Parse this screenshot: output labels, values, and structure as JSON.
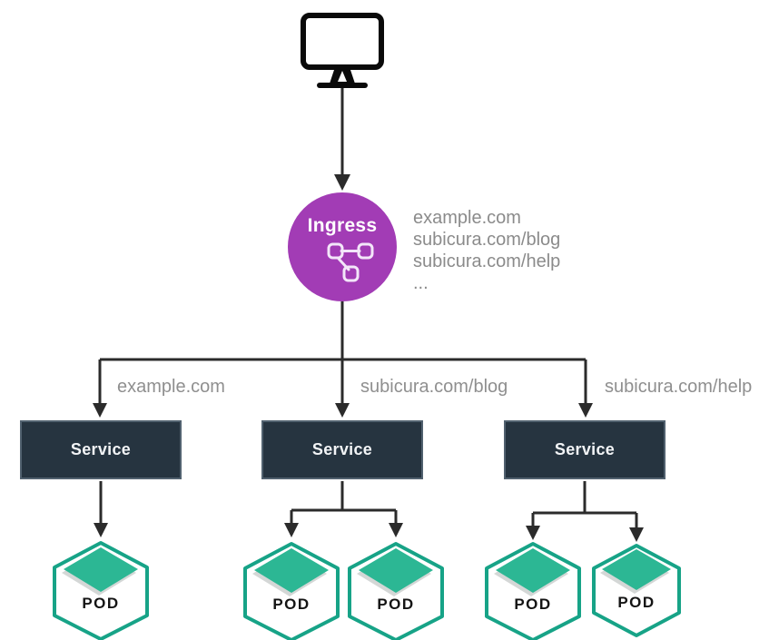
{
  "diagram_type": "kubernetes-ingress-routing",
  "client": {
    "icon": "monitor-icon"
  },
  "ingress": {
    "label": "Ingress",
    "icon": "route-network-icon",
    "routes": [
      "example.com",
      "subicura.com/blog",
      "subicura.com/help",
      "..."
    ]
  },
  "branches": [
    {
      "host": "example.com",
      "service_label": "Service",
      "pods": [
        "POD"
      ]
    },
    {
      "host": "subicura.com/blog",
      "service_label": "Service",
      "pods": [
        "POD",
        "POD"
      ]
    },
    {
      "host": "subicura.com/help",
      "service_label": "Service",
      "pods": [
        "POD",
        "POD"
      ]
    }
  ],
  "colors": {
    "ingress_fill": "#a23cb5",
    "service_fill": "#263440",
    "pod_stroke": "#17a387",
    "pod_diamond": "#2cb794",
    "connector_line": "#2b2b2b",
    "muted_label_text": "#8f8f8f"
  }
}
